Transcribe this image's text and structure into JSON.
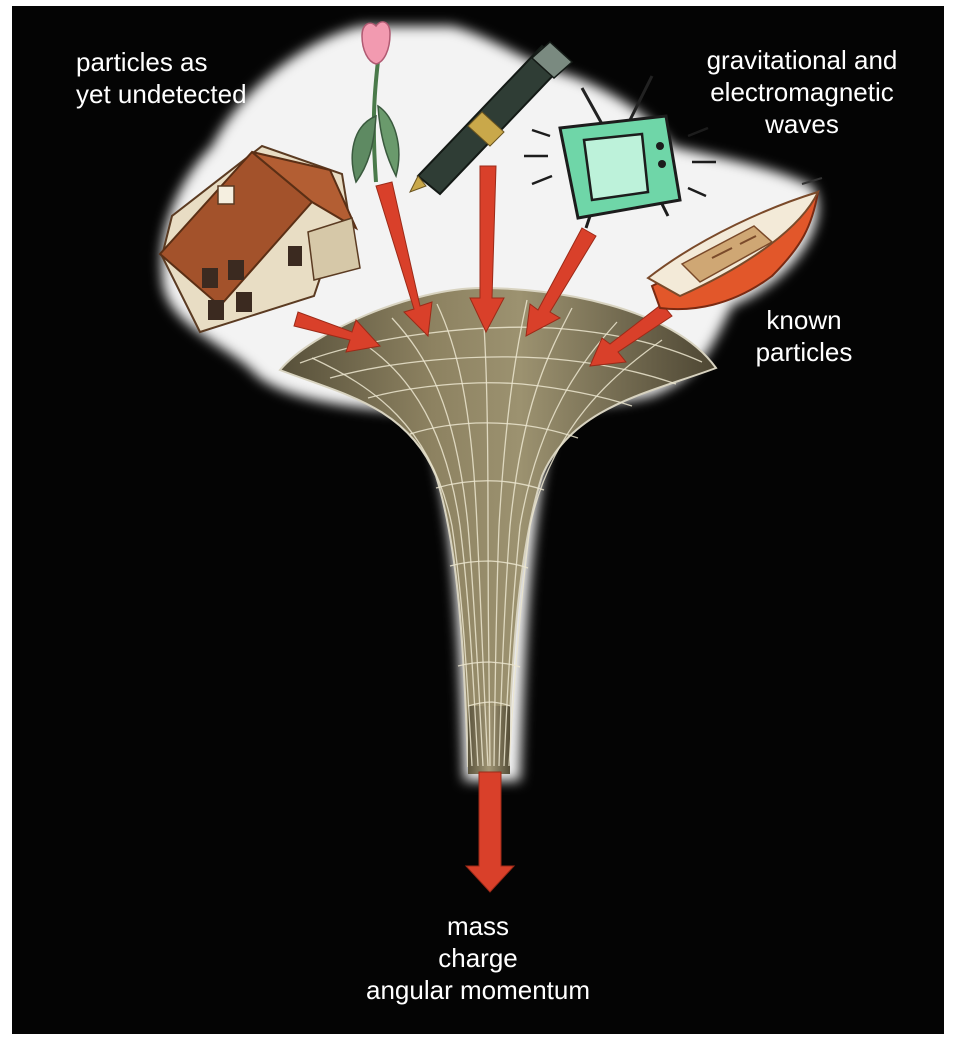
{
  "colors": {
    "background": "#040404",
    "halo": "#f2f2f2",
    "funnel": "#6e6347",
    "funnel_light": "#9b906c",
    "grid": "#ece6cf",
    "arrow": "#d9402a",
    "tv": "#6fd6a8",
    "text": "#ffffff"
  },
  "icons": [
    "house-icon",
    "tulip-icon",
    "fountain-pen-icon",
    "television-icon",
    "rowboat-icon"
  ],
  "labels": {
    "undetected": [
      "particles as",
      "yet undetected"
    ],
    "waves": [
      "gravitational and",
      "electromagnetic",
      "waves"
    ],
    "known": [
      "known",
      "particles"
    ],
    "output": [
      "mass",
      "charge",
      "angular momentum"
    ]
  }
}
